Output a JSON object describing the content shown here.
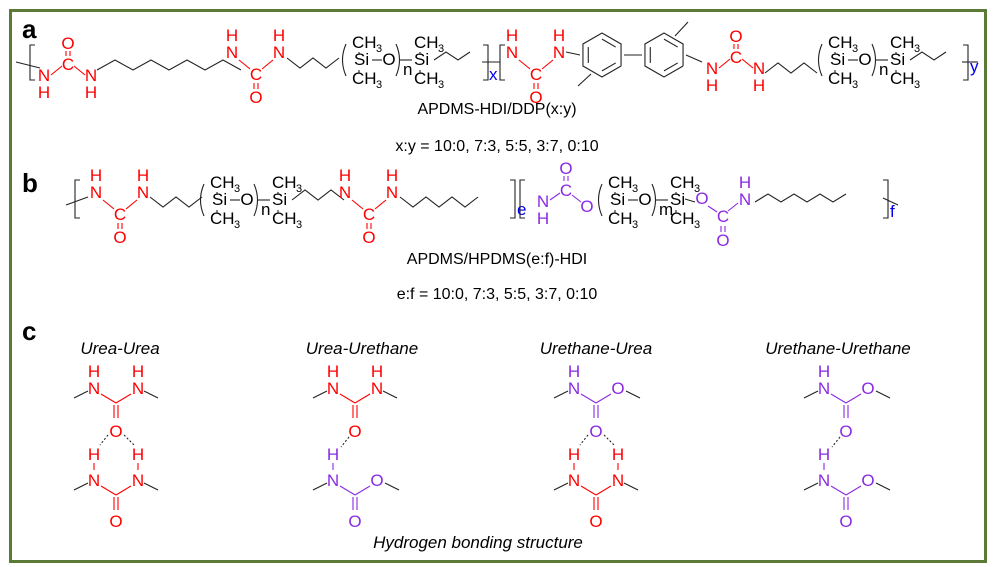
{
  "figure": {
    "panels": {
      "a": {
        "label": "a",
        "polymer_name": "APDMS-HDI/DDP(x:y)",
        "ratio_text": "x:y = 10:0,  7:3, 5:5, 3:7,  0:10",
        "subscripts": {
          "x": "x",
          "y": "y",
          "n": "n"
        }
      },
      "b": {
        "label": "b",
        "polymer_name": "APDMS/HPDMS(e:f)-HDI",
        "ratio_text": "e:f = 10:0, 7:3, 5:5, 3:7, 0:10",
        "subscripts": {
          "e": "e",
          "f": "f",
          "n": "n",
          "m": "m"
        }
      },
      "c": {
        "label": "c",
        "titles": [
          "Urea-Urea",
          "Urea-Urethane",
          "Urethane-Urea",
          "Urethane-Urethane"
        ],
        "caption": "Hydrogen bonding structure"
      }
    },
    "atoms": {
      "N": "N",
      "H": "H",
      "C": "C",
      "O": "O",
      "Si": "Si",
      "CH": "CH",
      "three": "3"
    },
    "colors": {
      "urea": "#ff0000",
      "urethane": "#8a2be2",
      "subscript": "#0000ee",
      "border": "#5a7a36"
    }
  }
}
